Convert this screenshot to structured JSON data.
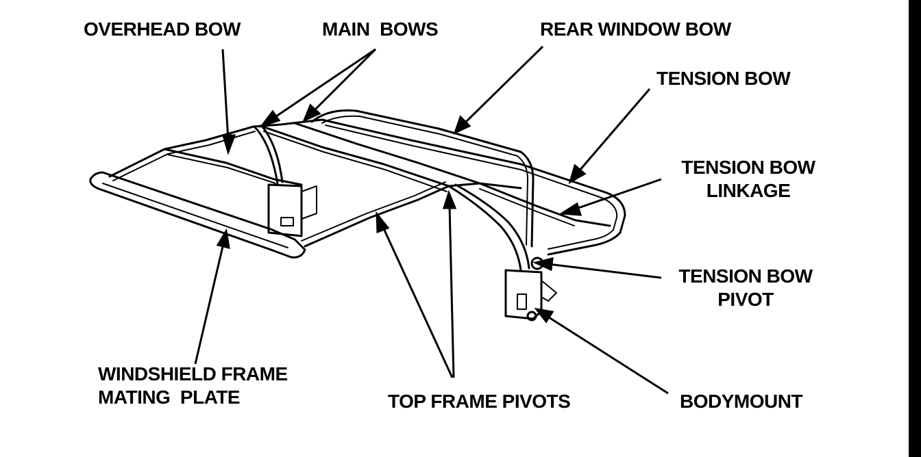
{
  "labels": {
    "overhead_bow": "OVERHEAD BOW",
    "main_bows": "MAIN  BOWS",
    "rear_window_bow": "REAR WINDOW BOW",
    "tension_bow": "TENSION BOW",
    "tension_bow_linkage_line1": "TENSION BOW",
    "tension_bow_linkage_line2": "LINKAGE",
    "tension_bow_pivot_line1": "TENSION BOW",
    "tension_bow_pivot_line2": "PIVOT",
    "windshield_line1": "WINDSHIELD FRAME",
    "windshield_line2": "MATING  PLATE",
    "top_frame_pivots": "TOP FRAME PIVOTS",
    "body_mount": "BODYMOUNT"
  }
}
